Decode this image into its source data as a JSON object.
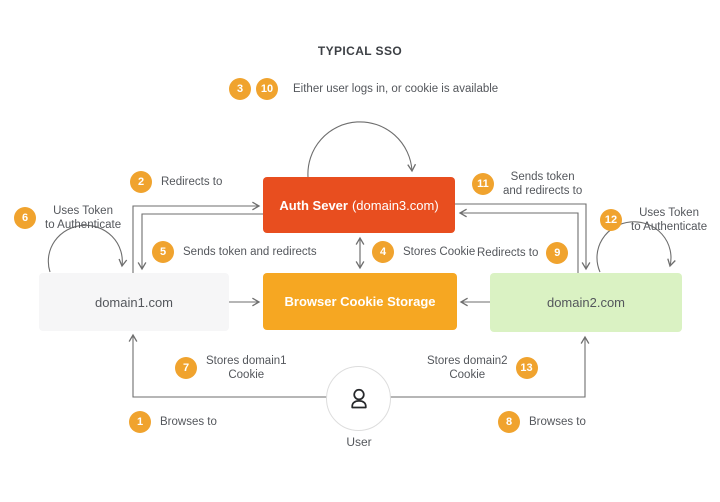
{
  "title": "TYPICAL SSO",
  "banner": {
    "num1": "3",
    "num2": "10",
    "text": "Either user logs in, or cookie is available"
  },
  "nodes": {
    "auth": {
      "bold": "Auth Sever",
      "rest": "(domain3.com)"
    },
    "browser": {
      "label": "Browser Cookie Storage"
    },
    "domain1": {
      "label": "domain1.com"
    },
    "domain2": {
      "label": "domain2.com"
    },
    "user": {
      "label": "User"
    }
  },
  "steps": {
    "s1": {
      "num": "1",
      "label": "Browses to"
    },
    "s2": {
      "num": "2",
      "label": "Redirects to"
    },
    "s4": {
      "num": "4",
      "label": "Stores Cookie"
    },
    "s5": {
      "num": "5",
      "label": "Sends token and redirects"
    },
    "s6": {
      "num": "6",
      "label": "Uses Token\nto Authenticate"
    },
    "s7": {
      "num": "7",
      "label": "Stores domain1\nCookie"
    },
    "s8": {
      "num": "8",
      "label": "Browses to"
    },
    "s9": {
      "num": "9",
      "label": "Redirects to"
    },
    "s11": {
      "num": "11",
      "label": "Sends token\nand redirects to"
    },
    "s12": {
      "num": "12",
      "label": "Uses Token\nto Authenticate"
    },
    "s13": {
      "num": "13",
      "label": "Stores domain2\nCookie"
    }
  },
  "colors": {
    "auth_box": "#e84e1f",
    "browser_box": "#f6a722",
    "domain1_box": "#f6f6f7",
    "domain2_box": "#daf2c3",
    "step_circle": "#f0a32e",
    "line": "#6e6e6e",
    "text": "#54575c",
    "title_text": "#3d4045"
  }
}
